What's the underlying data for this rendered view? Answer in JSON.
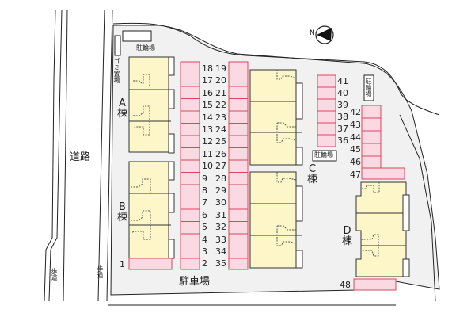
{
  "map": {
    "compass": {
      "label": "N",
      "icon": "north-arrow-icon"
    },
    "road_label": "道路",
    "sidewalk_left_label": "歩道",
    "sidewalk_right_label": "歩道",
    "parking_lot_label": "駐車場",
    "garbage_area_label": "ゴミ置場",
    "bicycle_parking_top_label": "駐輪場",
    "bicycle_parking_mid_label": "駐輪場",
    "bicycle_parking_right_label": "駐輪場",
    "buildings": {
      "A": {
        "letter": "A",
        "suffix": "棟"
      },
      "B": {
        "letter": "B",
        "suffix": "棟"
      },
      "C": {
        "letter": "C",
        "suffix": "棟"
      },
      "D": {
        "letter": "D",
        "suffix": "棟"
      }
    },
    "spaces": {
      "left_col": [
        "18",
        "17",
        "16",
        "15",
        "14",
        "13",
        "12",
        "11",
        "10",
        "9",
        "8",
        "7",
        "6",
        "5",
        "4",
        "3",
        "2"
      ],
      "mid_col": [
        "19",
        "20",
        "21",
        "22",
        "23",
        "24",
        "25",
        "26",
        "27",
        "28",
        "29",
        "30",
        "31",
        "32",
        "33",
        "34",
        "35"
      ],
      "c_col": [
        "41",
        "40",
        "39",
        "38",
        "37",
        "36"
      ],
      "right_col": [
        "42",
        "43",
        "44",
        "45",
        "46",
        "47"
      ],
      "single_1": "1",
      "single_48": "48"
    },
    "colors": {
      "parking_fill": "#fbd9e3",
      "parking_stroke": "#d8495f",
      "building_fill": "#fdf6c8",
      "lot_fill": "#f1f1f1"
    }
  }
}
